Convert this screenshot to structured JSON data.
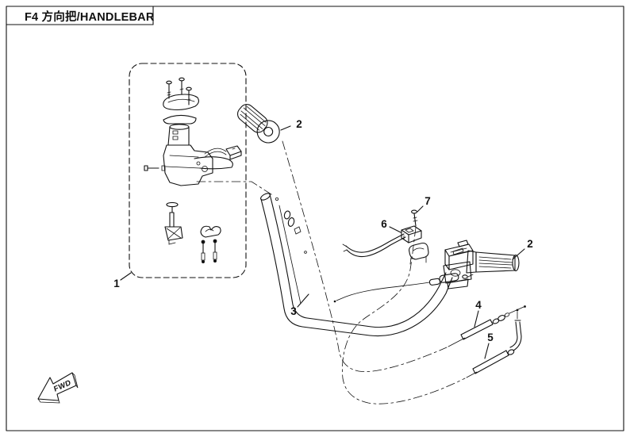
{
  "title": "F4 方向把/HANDLEBAR",
  "colors": {
    "background": "#ffffff",
    "ink": "#111111"
  },
  "fwd_marker": "FWD",
  "callouts": {
    "c1": "1",
    "c2a": "2",
    "c2b": "2",
    "c3": "3",
    "c4": "4",
    "c5": "5",
    "c6": "6",
    "c7": "7"
  }
}
